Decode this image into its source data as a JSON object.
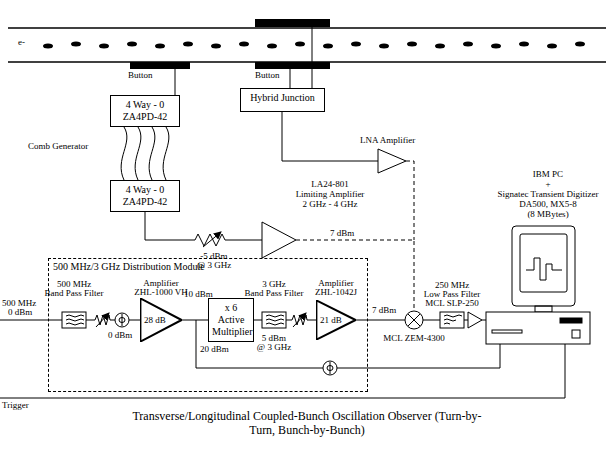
{
  "diagram": {
    "caption": "Transverse/Longitudinal Coupled-Bunch Oscillation Observer (Turn-by-Turn, Bunch-by-Bunch)",
    "nodes": [
      {
        "text": [
          "4 Way - 0 ZA4PD-42"
        ]
      },
      {
        "text": [
          "4 Way - 0 ZA4PD-42"
        ]
      },
      {
        "text": [
          "Hybrid Junction"
        ]
      },
      {
        "text": [
          "500 MHz/3 GHz Distribution Module"
        ]
      },
      {
        "text": [
          "28 dB"
        ],
        "in": 3
      },
      {
        "text": [
          "x 6 Active Multiplier"
        ],
        "in": 3
      },
      {
        "text": [
          "21 dB"
        ],
        "in": 3
      }
    ],
    "edges": [
      {
        "from": 0,
        "to": 1,
        "arrow": "none"
      },
      {
        "from": 4,
        "to": 5,
        "arrow": "none"
      },
      {
        "from": 5,
        "to": 6,
        "arrow": "none"
      }
    ],
    "labels": [
      "e-",
      "Button",
      "Button",
      "Comb Generator",
      "LA24-801",
      "Limiting Amplifier",
      "2 GHz - 4 GHz",
      "-5 dBm",
      "@ 3 GHz",
      "7 dBm",
      "LNA Amplifier",
      "500 MHz",
      "0 dBm",
      "500 MHz",
      "Band Pass Filter",
      "Amplifier",
      "ZHL-1000 VH",
      "0 dBm",
      "10 dBm",
      "20 dBm",
      "3 GHz",
      "Band Pass Filter",
      "5 dBm",
      "@ 3 GHz",
      "Amplifier",
      "ZHL-1042J",
      "MCL ZEM-4300",
      "7 dBm",
      "250 MHz",
      "Low Pass Filter",
      "MCL SLP-250",
      "IBM PC",
      "+",
      "Signatec Transient Digitizer",
      "DA500, MX5-8",
      "(8 MBytes)",
      "Trigger"
    ]
  }
}
